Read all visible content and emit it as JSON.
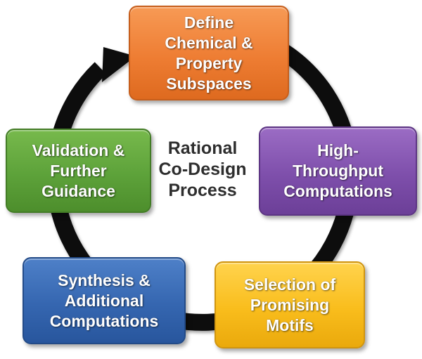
{
  "center_title": [
    "Rational",
    "Co-Design",
    "Process"
  ],
  "steps": [
    {
      "id": "define",
      "lines": [
        "Define",
        "Chemical &",
        "Property",
        "Subspaces"
      ],
      "color": "#ee7d33"
    },
    {
      "id": "htc",
      "lines": [
        "High-",
        "Throughput",
        "Computations"
      ],
      "color": "#7e4fab"
    },
    {
      "id": "selection",
      "lines": [
        "Selection of",
        "Promising",
        "Motifs"
      ],
      "color": "#f9bd1c"
    },
    {
      "id": "synthesis",
      "lines": [
        "Synthesis &",
        "Additional",
        "Computations"
      ],
      "color": "#3566b0"
    },
    {
      "id": "validation",
      "lines": [
        "Validation &",
        "Further",
        "Guidance"
      ],
      "color": "#5da23a"
    }
  ],
  "cycle_arrow_color": "#111111"
}
